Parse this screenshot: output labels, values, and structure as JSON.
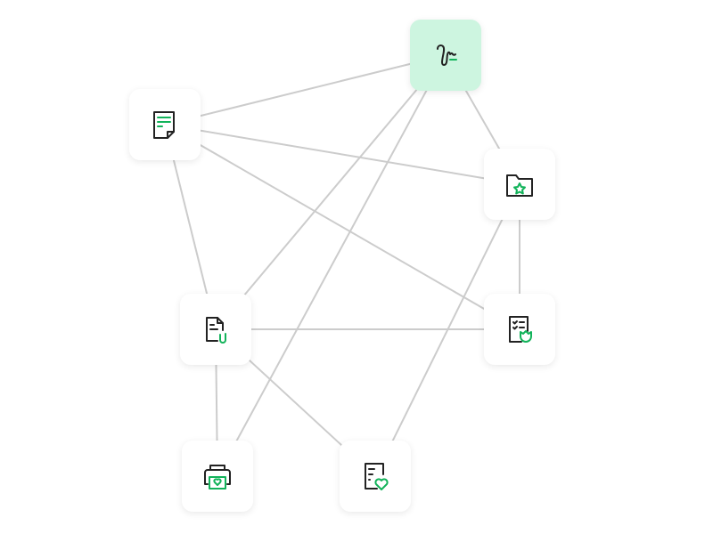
{
  "colors": {
    "accent": "#12b35a",
    "active_bg": "#cdf5e0",
    "edge": "#cccccc",
    "icon": "#222222"
  },
  "nodes": [
    {
      "id": "signature",
      "icon": "signature-icon",
      "active": true
    },
    {
      "id": "document",
      "icon": "document-lines-icon"
    },
    {
      "id": "folder",
      "icon": "folder-star-icon"
    },
    {
      "id": "attachment",
      "icon": "document-attachment-icon"
    },
    {
      "id": "checklist",
      "icon": "checklist-shield-icon"
    },
    {
      "id": "printer",
      "icon": "printer-heart-icon"
    },
    {
      "id": "favorite",
      "icon": "document-heart-icon"
    }
  ],
  "edges": [
    [
      "document",
      "signature"
    ],
    [
      "document",
      "folder"
    ],
    [
      "document",
      "checklist"
    ],
    [
      "document",
      "attachment"
    ],
    [
      "signature",
      "folder"
    ],
    [
      "signature",
      "attachment"
    ],
    [
      "signature",
      "printer"
    ],
    [
      "folder",
      "checklist"
    ],
    [
      "folder",
      "favorite"
    ],
    [
      "attachment",
      "checklist"
    ],
    [
      "attachment",
      "printer"
    ],
    [
      "attachment",
      "favorite"
    ]
  ]
}
